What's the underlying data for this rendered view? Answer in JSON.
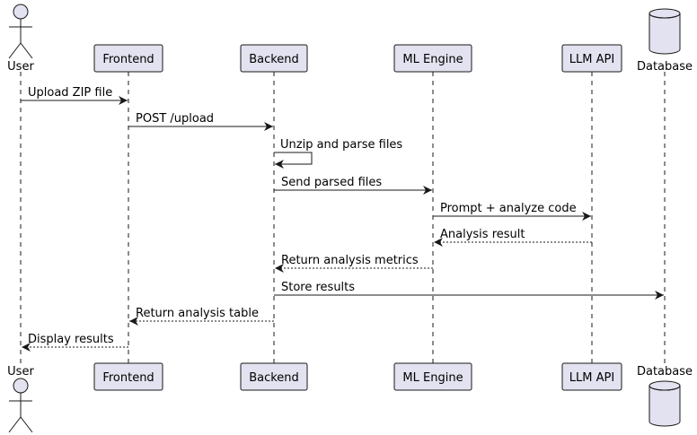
{
  "participants": [
    {
      "id": "user",
      "label": "User",
      "kind": "actor"
    },
    {
      "id": "frontend",
      "label": "Frontend",
      "kind": "participant"
    },
    {
      "id": "backend",
      "label": "Backend",
      "kind": "participant"
    },
    {
      "id": "ml",
      "label": "ML Engine",
      "kind": "participant"
    },
    {
      "id": "llm",
      "label": "LLM API",
      "kind": "participant"
    },
    {
      "id": "db",
      "label": "Database",
      "kind": "database"
    }
  ],
  "messages": [
    {
      "from": "user",
      "to": "frontend",
      "text": "Upload ZIP file",
      "style": "sync"
    },
    {
      "from": "frontend",
      "to": "backend",
      "text": "POST /upload",
      "style": "sync"
    },
    {
      "from": "backend",
      "to": "backend",
      "text": "Unzip and parse files",
      "style": "self"
    },
    {
      "from": "backend",
      "to": "ml",
      "text": "Send parsed files",
      "style": "sync"
    },
    {
      "from": "ml",
      "to": "llm",
      "text": "Prompt + analyze code",
      "style": "sync"
    },
    {
      "from": "llm",
      "to": "ml",
      "text": "Analysis result",
      "style": "return"
    },
    {
      "from": "ml",
      "to": "backend",
      "text": "Return analysis metrics",
      "style": "return"
    },
    {
      "from": "backend",
      "to": "db",
      "text": "Store results",
      "style": "sync"
    },
    {
      "from": "backend",
      "to": "frontend",
      "text": "Return analysis table",
      "style": "return"
    },
    {
      "from": "frontend",
      "to": "user",
      "text": "Display results",
      "style": "return"
    }
  ],
  "colors": {
    "box_fill": "#e2e2f0",
    "box_stroke": "#181818",
    "lifeline": "#181818",
    "arrow": "#181818",
    "text": "#000000"
  }
}
